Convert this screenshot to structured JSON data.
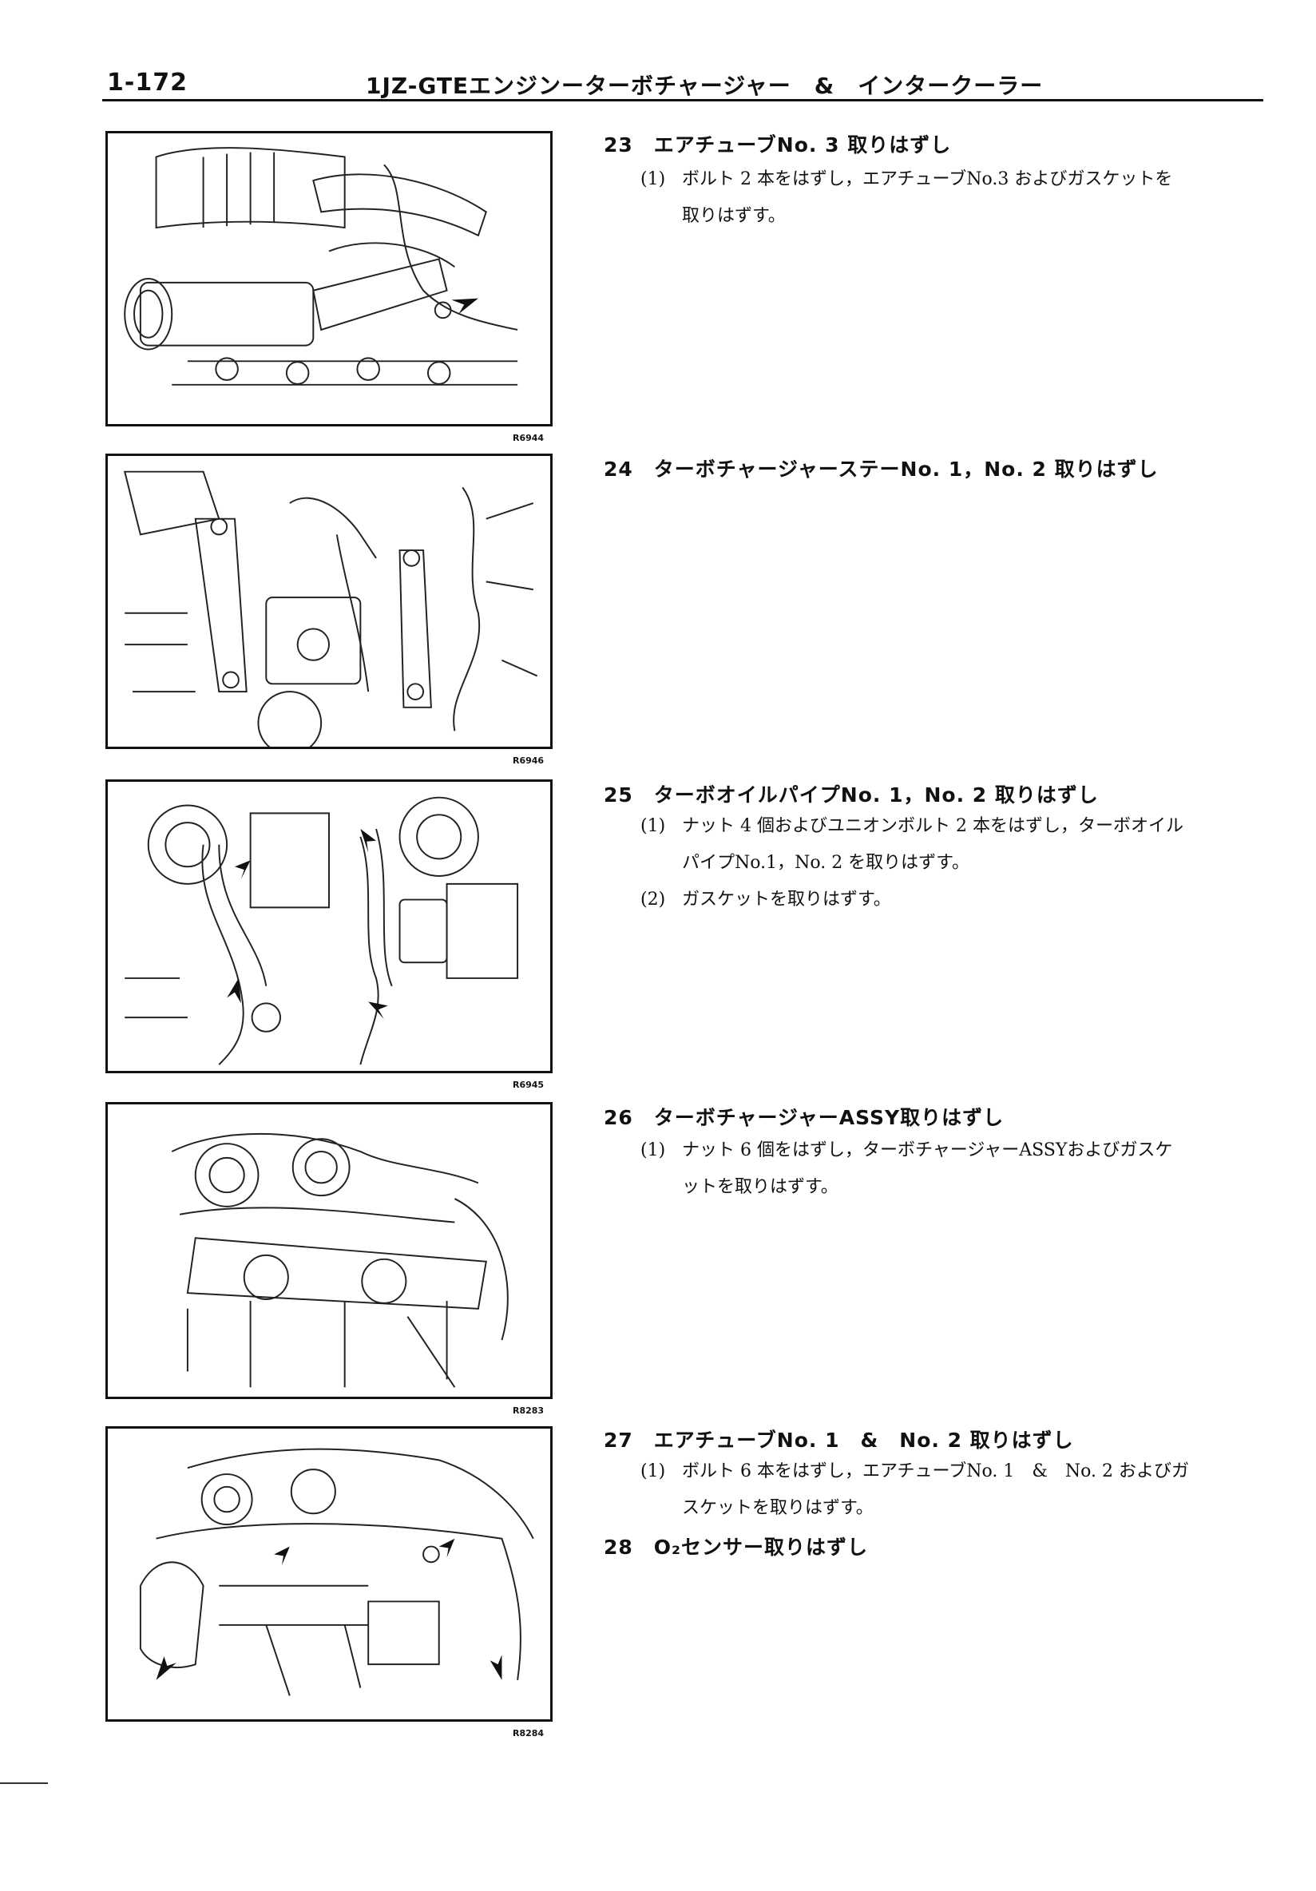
{
  "header": {
    "page_number": "1-172",
    "title": "1JZ-GTEエンジンーターボチャージャー　&　インタークーラー"
  },
  "figures": [
    {
      "code": "R6944"
    },
    {
      "code": "R6946"
    },
    {
      "code": "R6945"
    },
    {
      "code": "R8283"
    },
    {
      "code": "R8284"
    }
  ],
  "steps": [
    {
      "title": "23　エアチューブNo. 3 取りはずし",
      "subs": [
        {
          "index": "(1)",
          "line1": "ボルト 2 本をはずし，エアチューブNo.3 およびガスケットを",
          "line2": "取りはずす。"
        }
      ]
    },
    {
      "title": "24　ターボチャージャーステーNo. 1，No. 2 取りはずし",
      "subs": []
    },
    {
      "title": "25　ターボオイルパイプNo. 1，No. 2 取りはずし",
      "subs": [
        {
          "index": "(1)",
          "line1": "ナット 4 個およびユニオンボルト 2 本をはずし，ターボオイル",
          "line2": "パイプNo.1，No. 2 を取りはずす。"
        },
        {
          "index": "(2)",
          "line1": "ガスケットを取りはずす。",
          "line2": ""
        }
      ]
    },
    {
      "title": "26　ターボチャージャーASSY取りはずし",
      "subs": [
        {
          "index": "(1)",
          "line1": "ナット 6 個をはずし，ターボチャージャーASSYおよびガスケ",
          "line2": "ットを取りはずす。"
        }
      ]
    },
    {
      "title": "27　エアチューブNo. 1　&　No. 2 取りはずし",
      "subs": [
        {
          "index": "(1)",
          "line1": "ボルト 6 本をはずし，エアチューブNo. 1　&　No. 2 およびガ",
          "line2": "スケットを取りはずす。"
        }
      ]
    },
    {
      "title": "28　O₂センサー取りはずし",
      "subs": []
    }
  ]
}
